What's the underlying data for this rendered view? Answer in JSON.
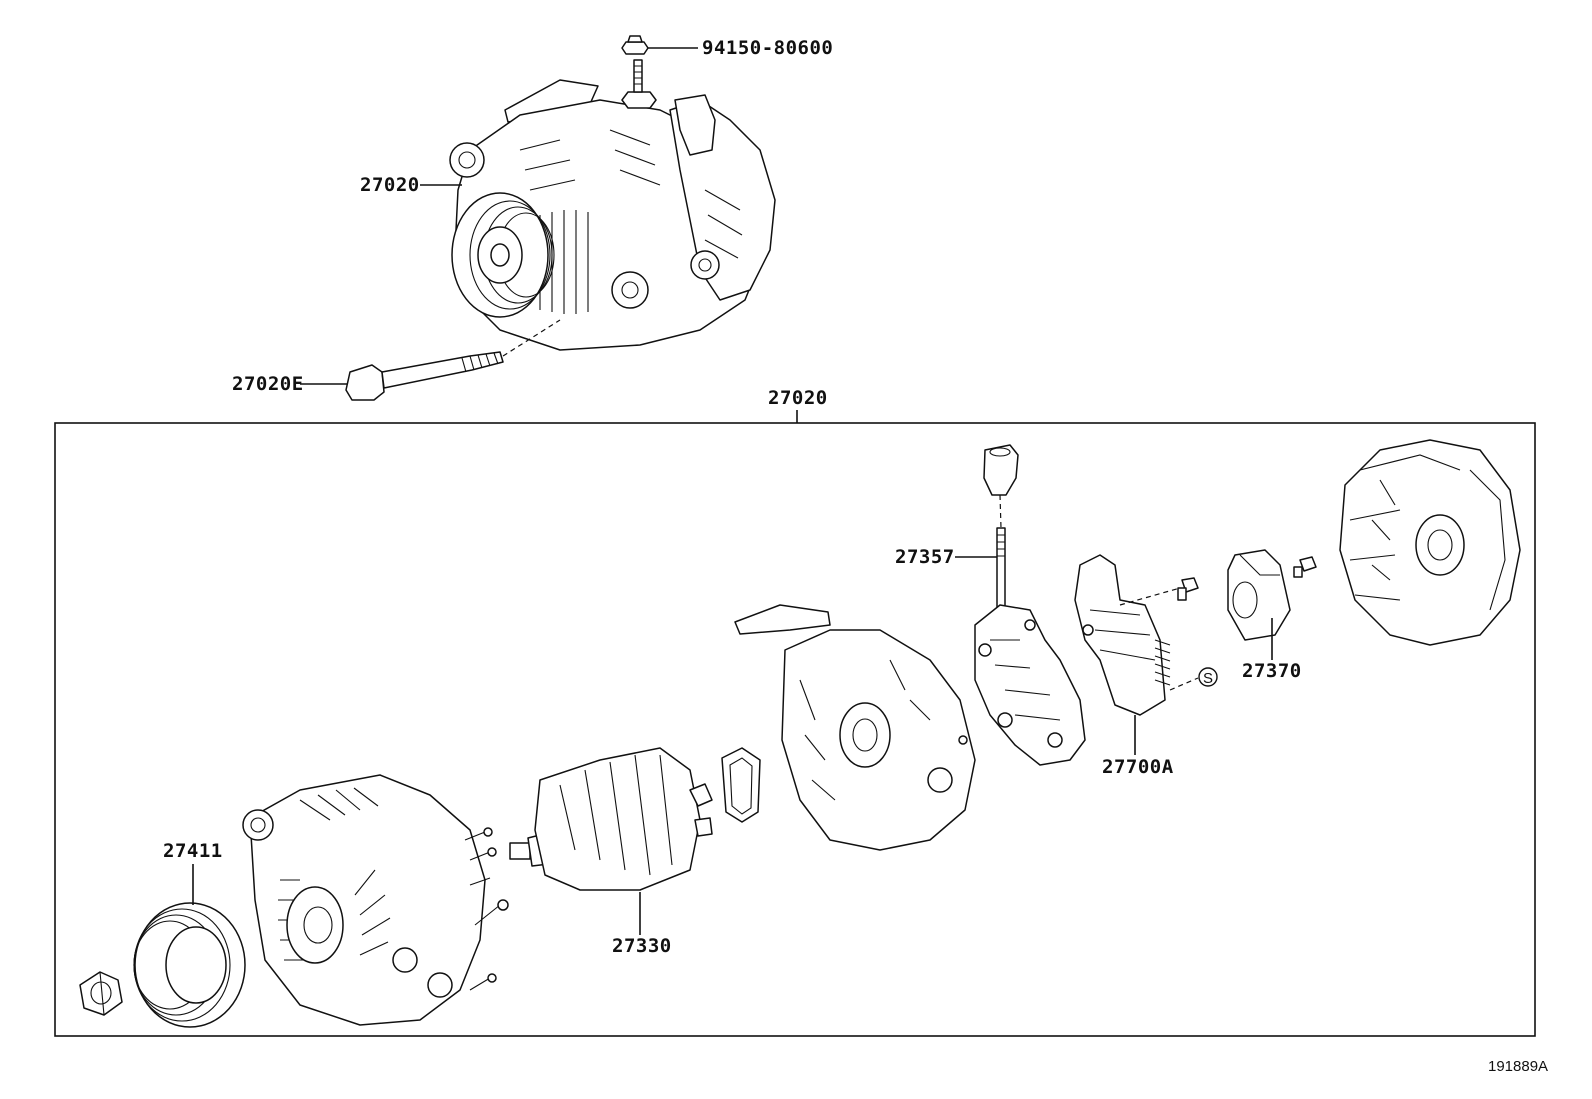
{
  "labels": {
    "bolt_94150": "94150-80600",
    "alternator_assy": "27020",
    "through_bolt": "27020E",
    "assy_bracket": "27020",
    "terminal_insulator": "27357",
    "brush_holder": "27370",
    "regulator": "27700A",
    "pulley": "27411",
    "rotor": "27330",
    "s_mark": "S"
  },
  "figure_number": "191889A"
}
